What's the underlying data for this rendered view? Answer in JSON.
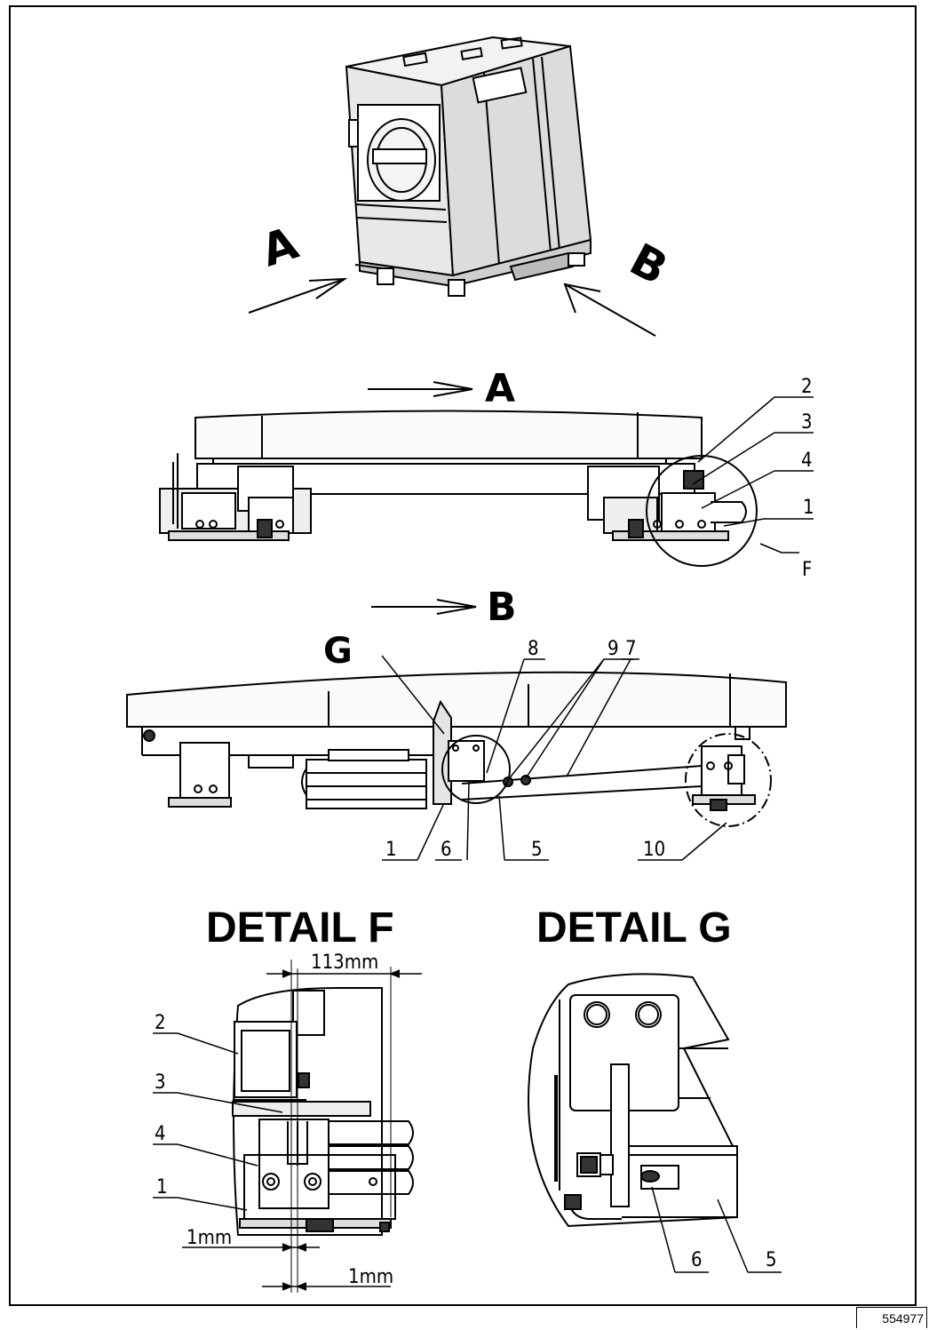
{
  "iso_view": {
    "arrow_a": "A",
    "arrow_b": "B"
  },
  "view_a": {
    "title": "A",
    "callouts": [
      "2",
      "3",
      "4",
      "1"
    ],
    "detail_ref": "F"
  },
  "view_b": {
    "title": "B",
    "detail_ref": "G",
    "callouts_top": [
      "8",
      "9",
      "7"
    ],
    "callouts_bottom": [
      "1",
      "6",
      "5",
      "10"
    ]
  },
  "detail_f": {
    "title": "DETAIL F",
    "dim_width": "113mm",
    "dim_gap_upper": "1mm",
    "dim_gap_lower": "1mm",
    "callouts": [
      "2",
      "3",
      "4",
      "1"
    ]
  },
  "detail_g": {
    "title": "DETAIL G",
    "callouts": [
      "6",
      "5"
    ]
  },
  "doc_number": "554977"
}
